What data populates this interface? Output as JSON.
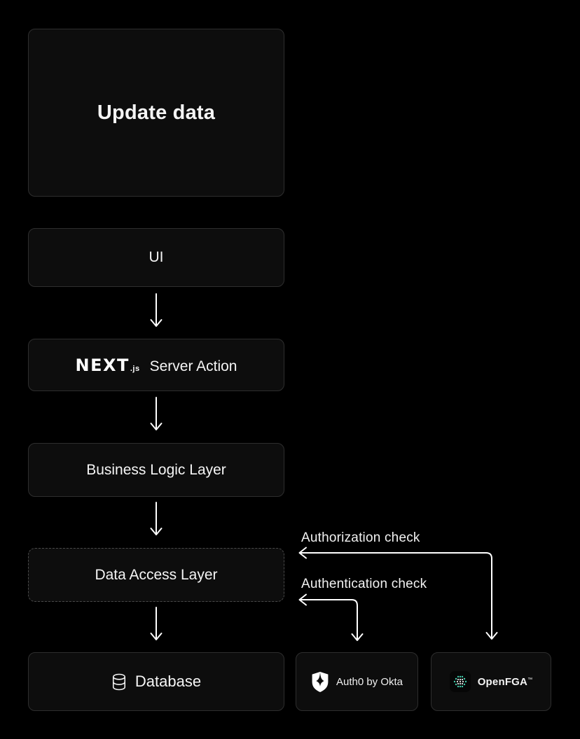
{
  "theme": {
    "background": "#000000",
    "node_fill": "#0d0d0d",
    "node_border": "#2e2e2e",
    "dashed_node_border": "#4a4a4a",
    "text": "#f5f5f5",
    "arrow": "#ffffff",
    "openfga_dot_teal": "#41c9a9",
    "openfga_dot_white": "#e9e9e9"
  },
  "diagram": {
    "title_node": {
      "label": "Update data"
    },
    "ui_node": {
      "label": "UI"
    },
    "server_action_node": {
      "brand": "NEXT",
      "brand_suffix": ".js",
      "label": "Server Action"
    },
    "business_logic_node": {
      "label": "Business Logic Layer"
    },
    "data_access_node": {
      "label": "Data Access Layer"
    },
    "database_node": {
      "label": "Database"
    },
    "auth0_node": {
      "label": "Auth0 by Okta"
    },
    "openfga_node": {
      "label": "OpenFGA",
      "trademark": "™"
    },
    "authorization_label": "Authorization check",
    "authentication_label": "Authentication check"
  }
}
